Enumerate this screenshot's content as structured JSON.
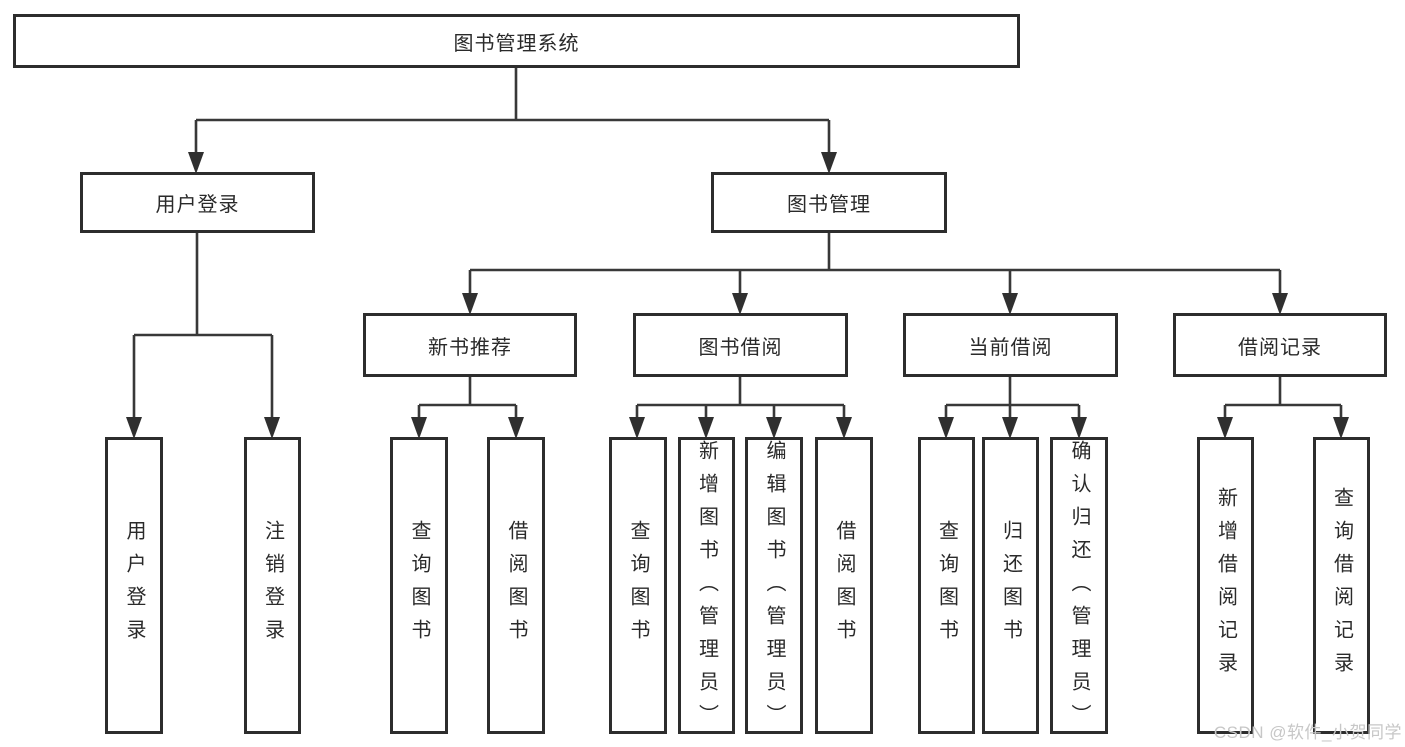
{
  "diagram": {
    "root": {
      "label": "图书管理系统"
    },
    "branches": [
      {
        "label": "用户登录",
        "children": [
          {
            "label": "用户登录"
          },
          {
            "label": "注销登录"
          }
        ]
      },
      {
        "label": "图书管理",
        "children": [
          {
            "label": "新书推荐",
            "children": [
              {
                "label": "查询图书"
              },
              {
                "label": "借阅图书"
              }
            ]
          },
          {
            "label": "图书借阅",
            "children": [
              {
                "label": "查询图书"
              },
              {
                "label": "新增图书（管理员）"
              },
              {
                "label": "编辑图书（管理员）"
              },
              {
                "label": "借阅图书"
              }
            ]
          },
          {
            "label": "当前借阅",
            "children": [
              {
                "label": "查询图书"
              },
              {
                "label": "归还图书"
              },
              {
                "label": "确认归还（管理员）"
              }
            ]
          },
          {
            "label": "借阅记录",
            "children": [
              {
                "label": "新增借阅记录"
              },
              {
                "label": "查询借阅记录"
              }
            ]
          }
        ]
      }
    ],
    "watermark": "CSDN @软件_小贺同学",
    "colors": {
      "line": "#383838",
      "box_border": "#2d2d2d",
      "box_fill": "#ffffff",
      "text": "#2a2a2a",
      "watermark": "#c7c7c7",
      "background": "#ffffff"
    }
  }
}
